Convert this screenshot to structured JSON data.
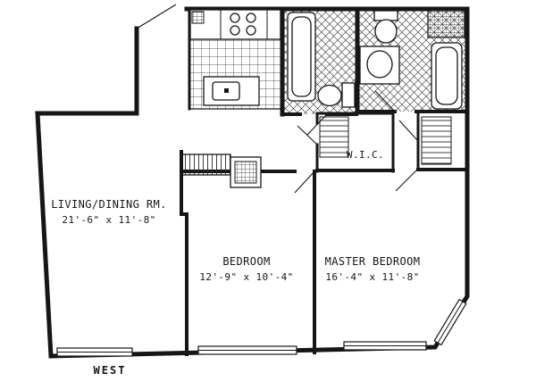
{
  "plan": {
    "rooms": {
      "living": {
        "label": "LIVING/DINING RM.",
        "dims": "21'-6\" x 11'-8\""
      },
      "bedroom": {
        "label": "BEDROOM",
        "dims": "12'-9\" x 10'-4\""
      },
      "master": {
        "label": "MASTER BEDROOM",
        "dims": "16'-4\" x 11'-8\""
      },
      "wic": {
        "label": "W.I.C."
      }
    },
    "compass": {
      "west": "WEST"
    },
    "colors": {
      "ink": "#161616",
      "paper": "#ffffff"
    }
  }
}
